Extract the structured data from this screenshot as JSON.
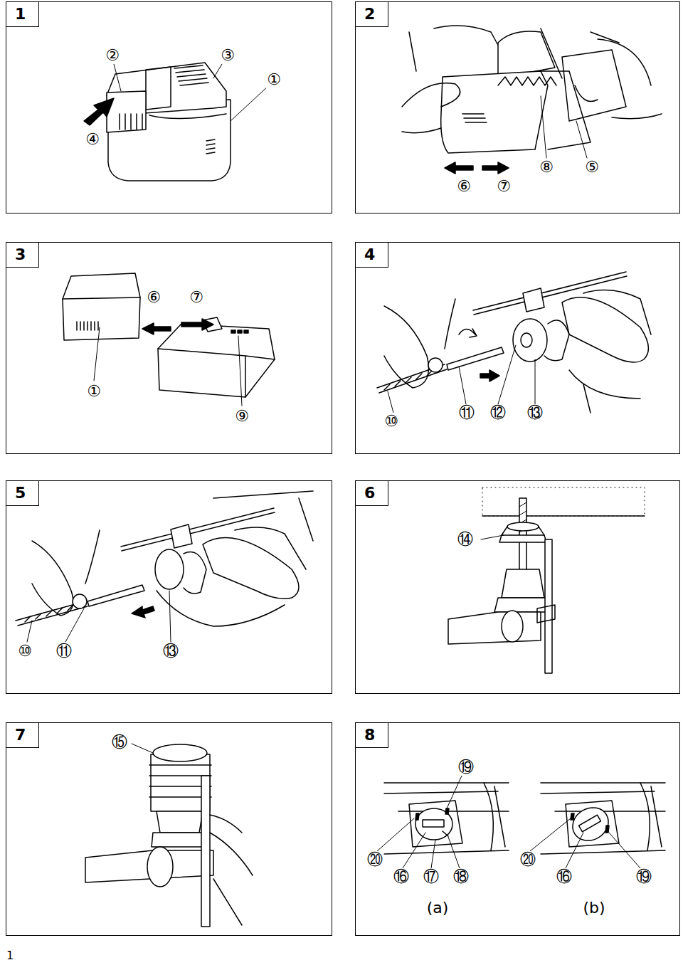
{
  "diagram": {
    "nodes": [
      {
        "text": [
          "1"
        ]
      },
      {
        "text": [
          "2"
        ]
      },
      {
        "text": [
          "3"
        ]
      },
      {
        "text": [
          "4"
        ]
      },
      {
        "text": [
          "5"
        ]
      },
      {
        "text": [
          "6"
        ]
      },
      {
        "text": [
          "7"
        ]
      },
      {
        "text": [
          "8"
        ]
      }
    ],
    "labels": [
      "②",
      "③",
      "①",
      "④",
      "⑥",
      "⑦",
      "⑧",
      "⑤",
      "⑥",
      "⑦",
      "①",
      "⑨",
      "⑩",
      "⑪",
      "⑫",
      "⑬",
      "⑩",
      "⑪",
      "⑬",
      "⑭",
      "⑮",
      "⑲",
      "⑳",
      "⑯",
      "⑰",
      "⑱",
      "⑳",
      "⑯",
      "⑲",
      "(a)",
      "(b)",
      "1"
    ]
  }
}
